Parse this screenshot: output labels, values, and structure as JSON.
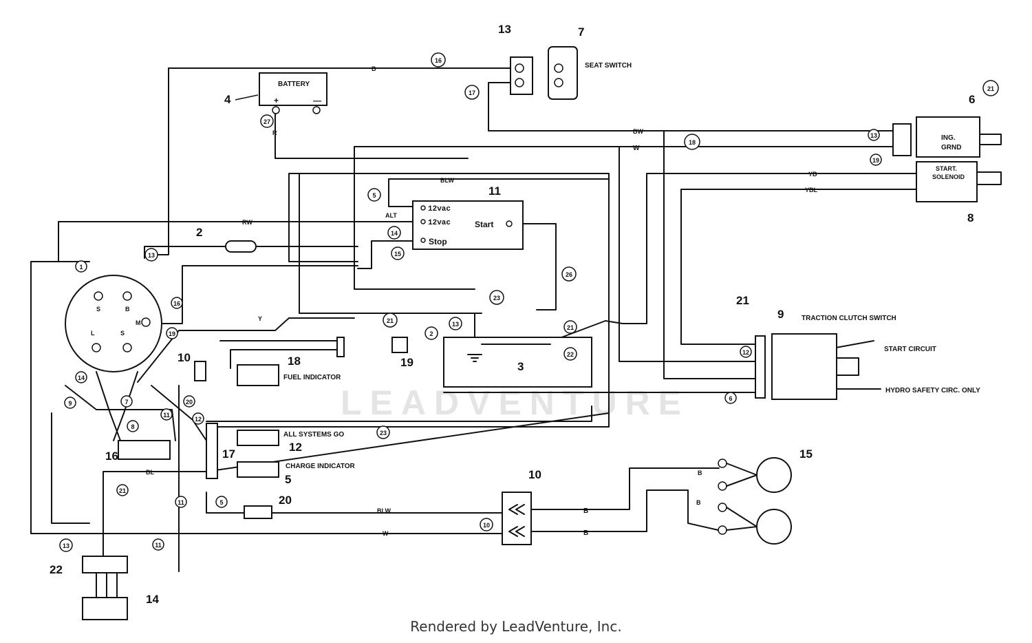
{
  "labels": {
    "battery": "BATTERY",
    "seat_switch": "SEAT SWITCH",
    "ing_grnd_1": "ING.",
    "ing_grnd_2": "GRND",
    "start_solenoid_1": "START.",
    "start_solenoid_2": "SOLENOID",
    "traction_clutch_switch": "TRACTION CLUTCH SWITCH",
    "start_circuit": "START CIRCUIT",
    "hydro_safety": "HYDRO SAFETY CIRC. ONLY",
    "fuel_indicator": "FUEL INDICATOR",
    "all_systems_go": "ALL SYSTEMS GO",
    "charge_indicator": "CHARGE INDICATOR",
    "module_12vac_1": "12vac",
    "module_12vac_2": "12vac",
    "module_start": "Start",
    "module_stop": "Stop",
    "battery_plus": "+",
    "battery_minus": "—"
  },
  "part_numbers": [
    "13",
    "7",
    "4",
    "6",
    "11",
    "2",
    "8",
    "21",
    "9",
    "10",
    "18",
    "19",
    "3",
    "12",
    "16",
    "17",
    "5",
    "15",
    "10",
    "20",
    "22",
    "14"
  ],
  "callouts": [
    "16",
    "17",
    "27",
    "18",
    "5",
    "14",
    "15",
    "1",
    "13",
    "16",
    "19",
    "23",
    "21",
    "13",
    "2",
    "26",
    "21",
    "22",
    "12",
    "13",
    "19",
    "7",
    "14",
    "8",
    "9",
    "11",
    "12",
    "20",
    "6",
    "23",
    "21",
    "11",
    "5",
    "10",
    "11",
    "13",
    "21"
  ],
  "wire_colors": [
    "B",
    "R",
    "BW",
    "W",
    "BLW",
    "RW",
    "Y",
    "YB",
    "YBL",
    "BL",
    "B",
    "B",
    "W",
    "BLW",
    "ALT",
    "B",
    "B"
  ],
  "ignition_terminals": [
    "S",
    "B",
    "M",
    "L",
    "S"
  ],
  "footer": "Rendered by LeadVenture, Inc.",
  "watermark": "LEADVENTURE"
}
